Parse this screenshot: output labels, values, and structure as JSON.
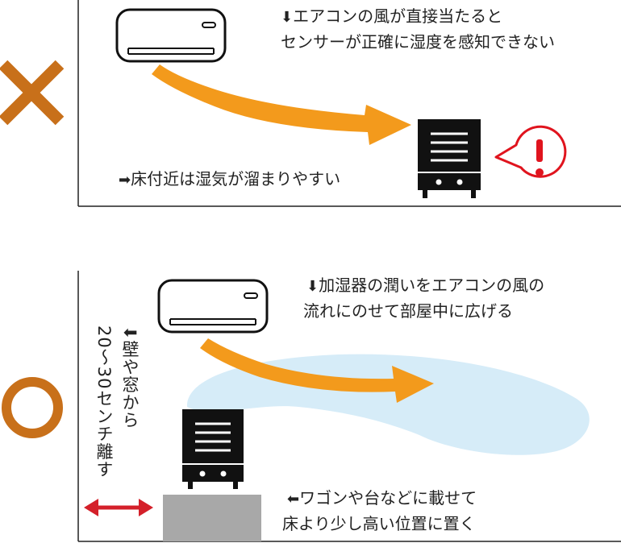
{
  "colors": {
    "bad_mark": "#c8701a",
    "good_mark": "#c8701a",
    "flow_arrow": "#f39a1c",
    "alert": "#e0141e",
    "distance_arrow": "#d4202a",
    "humidifier": "#111111",
    "stand": "#a8a8a8",
    "mist": "#d6ecf8"
  },
  "bad_panel": {
    "mark_icon": "cross-mark",
    "note_arrow": "⬇",
    "note_line1": "エアコンの風が直接当たると",
    "note_line2": "センサーが正確に湿度を感知できない",
    "floor_arrow": "➡",
    "floor_note": "床付近は湿気が溜まりやすい",
    "alert_icon": "exclamation-icon"
  },
  "good_panel": {
    "mark_icon": "circle-mark",
    "note_arrow": "⬇",
    "note_line1": "加湿器の潤いをエアコンの風の",
    "note_line2": "流れにのせて部屋中に広げる",
    "wall_arrow": "⬇",
    "wall_note_col1": "壁や窓から",
    "wall_note_col2": "20～30センチ離す",
    "stand_arrow": "⬅",
    "stand_line1": "ワゴンや台などに載せて",
    "stand_line2": "床より少し高い位置に置く"
  }
}
